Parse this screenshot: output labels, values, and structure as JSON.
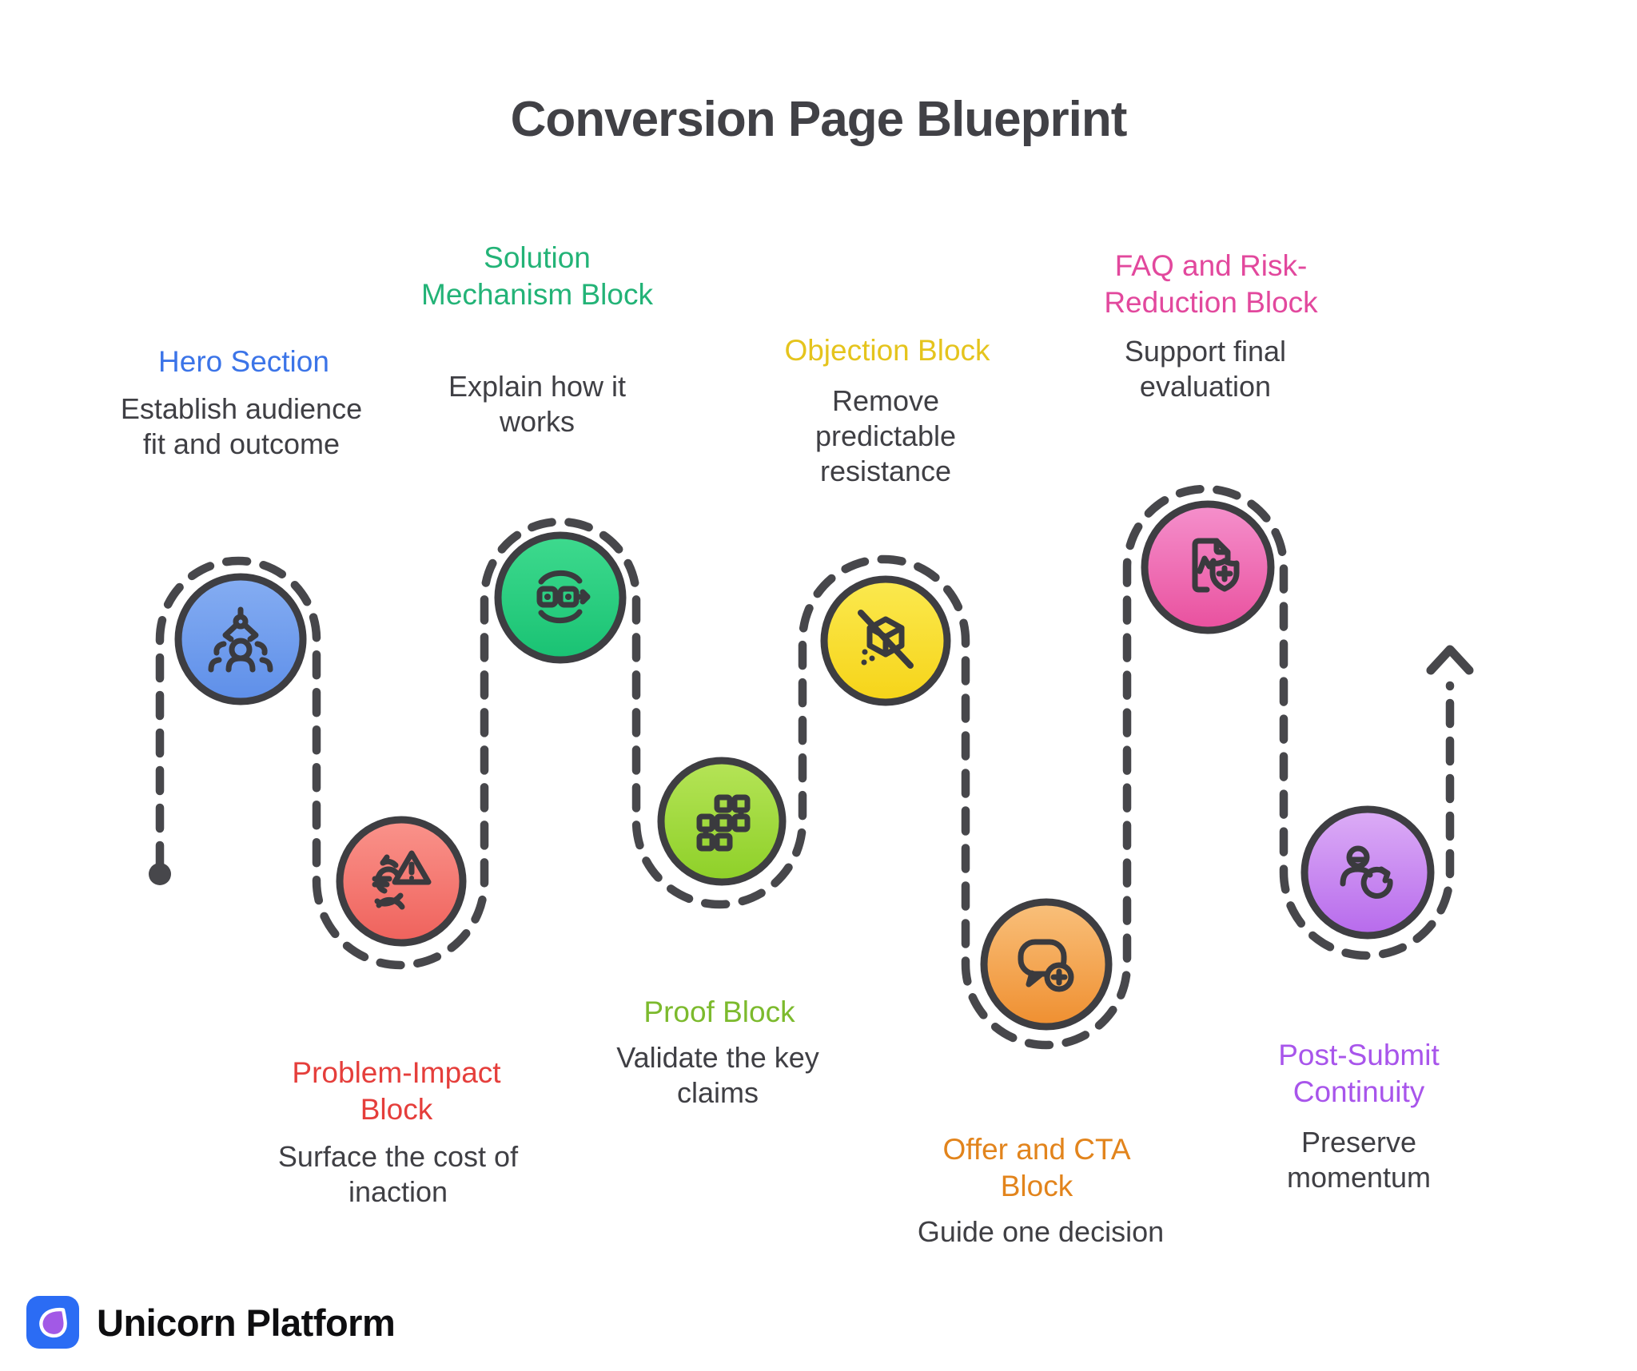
{
  "title": "Conversion Page Blueprint",
  "brand": {
    "name": "Unicorn Platform",
    "logo_icon": "unicorn-drop-icon",
    "logo_bg_color": "#2B6CF4",
    "logo_drop_color": "#A259E6"
  },
  "flow": {
    "style": "dashed-serpentine",
    "path_color": "#47474B",
    "start_marker": "dot",
    "end_marker": "arrow-up"
  },
  "nodes": [
    {
      "id": "hero",
      "label": "Hero Section",
      "description": "Establish audience fit and outcome",
      "label_color": "#3B74E8",
      "circle_top": "#85ADF2",
      "circle_bottom": "#5E8FE9",
      "icon": "audience-fit-icon"
    },
    {
      "id": "problem-impact",
      "label": "Problem-Impact Block",
      "description": "Surface the cost of inaction",
      "label_color": "#E53E3B",
      "circle_top": "#FA938B",
      "circle_bottom": "#EF625C",
      "icon": "cost-warning-icon"
    },
    {
      "id": "solution-mechanism",
      "label": "Solution Mechanism Block",
      "description": "Explain how it works",
      "label_color": "#23B377",
      "circle_top": "#3EDA8E",
      "circle_bottom": "#19C273",
      "icon": "process-flow-icon"
    },
    {
      "id": "proof",
      "label": "Proof Block",
      "description": "Validate the key claims",
      "label_color": "#7CBA2D",
      "circle_top": "#B5E457",
      "circle_bottom": "#8ED028",
      "icon": "linked-blocks-icon"
    },
    {
      "id": "objection",
      "label": "Objection Block",
      "description": "Remove predictable resistance",
      "label_color": "#E5C41D",
      "circle_top": "#FBE94F",
      "circle_bottom": "#F6D418",
      "icon": "no-cube-icon"
    },
    {
      "id": "offer-cta",
      "label": "Offer and CTA Block",
      "description": "Guide one decision",
      "label_color": "#E2841C",
      "circle_top": "#F9C07B",
      "circle_bottom": "#EF8F30",
      "icon": "add-comment-icon"
    },
    {
      "id": "faq-risk",
      "label": "FAQ and Risk-Reduction Block",
      "description": "Support final evaluation",
      "label_color": "#E2489D",
      "circle_top": "#F590CC",
      "circle_bottom": "#E9509E",
      "icon": "doc-shield-icon"
    },
    {
      "id": "post-submit",
      "label": "Post-Submit Continuity",
      "description": "Preserve momentum",
      "label_color": "#A855EB",
      "circle_top": "#DCADF6",
      "circle_bottom": "#B76AEC",
      "icon": "person-refresh-icon"
    }
  ]
}
